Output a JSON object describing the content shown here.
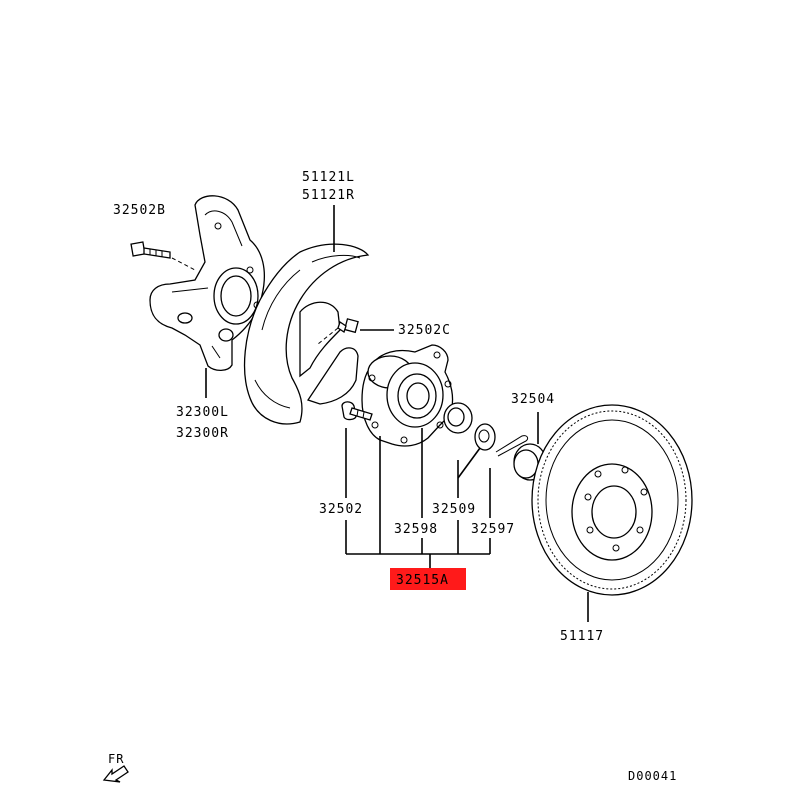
{
  "diagram": {
    "labels": {
      "shield_l": "51121L",
      "shield_r": "51121R",
      "bolt_b": "32502B",
      "bolt_c": "32502C",
      "knuckle_l": "32300L",
      "knuckle_r": "32300R",
      "cap": "32504",
      "stud": "32502",
      "hub": "32598",
      "nut": "32509",
      "pin": "32597",
      "assembly": "32515A",
      "rotor": "51117",
      "front": "FR",
      "code": "D00041"
    },
    "colors": {
      "highlight": "#ff1a1a",
      "ink": "#000000"
    },
    "icons": {
      "front_arrow": "arrow-icon"
    }
  }
}
